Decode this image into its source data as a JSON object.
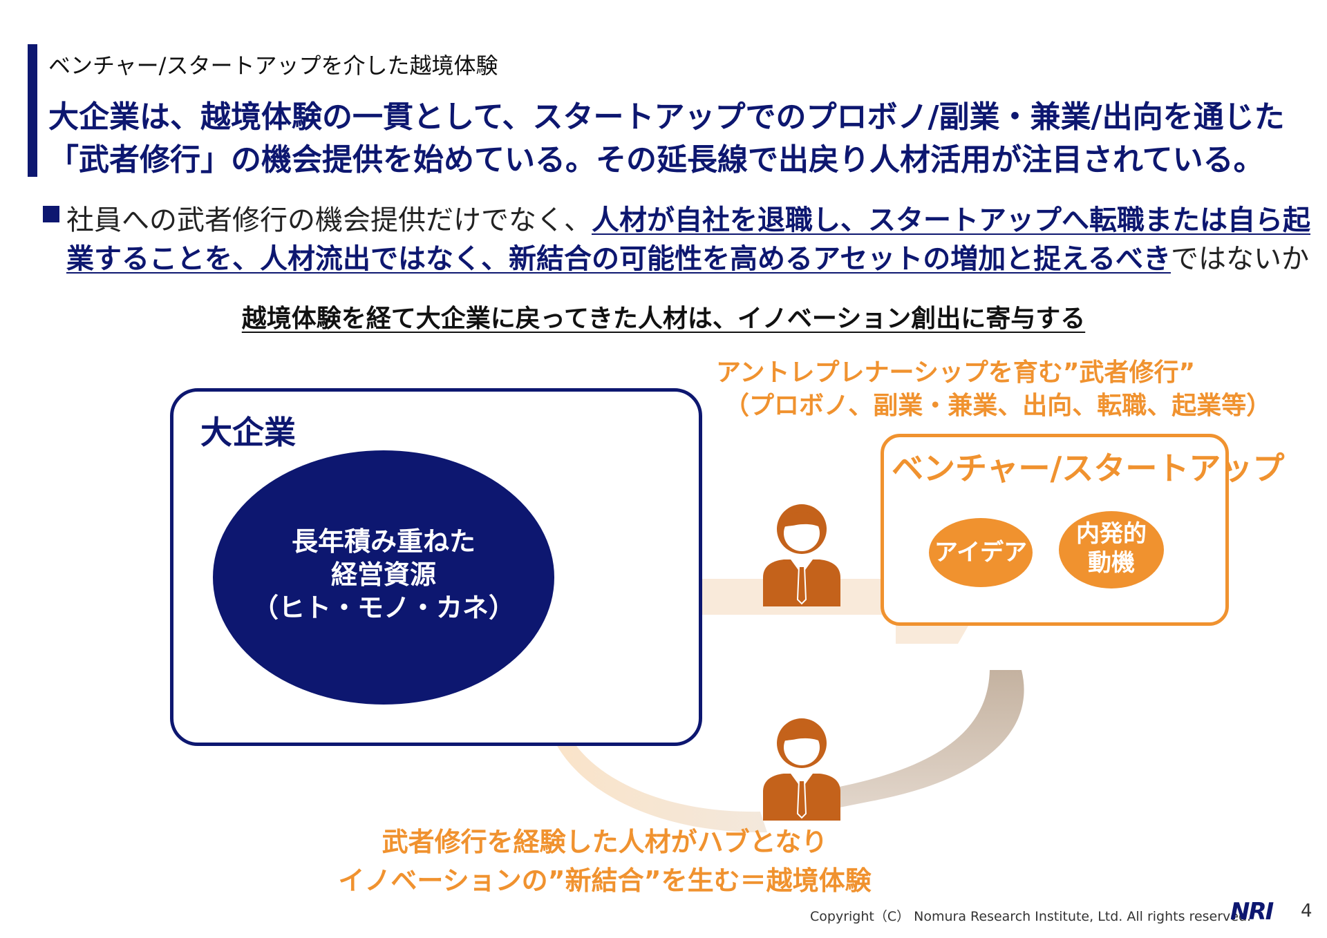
{
  "header": {
    "subtitle": "ベンチャー/スタートアップを介した越境体験",
    "headline_line1": "大企業は、越境体験の一貫として、スタートアップでのプロボノ/副業・兼業/出向を通じた",
    "headline_line2": "「武者修行」の機会提供を始めている。その延長線で出戻り人材活用が注目されている。"
  },
  "bullet": {
    "line1_plain": "社員への武者修行の機会提供だけでなく、",
    "line1_emph": "人材が自社を退職し、スタートアップへ転職または自ら起",
    "line2_emph": "業することを、人材流出ではなく、新結合の可能性を高めるアセットの増加と捉えるべき",
    "line2_plain": "ではないか"
  },
  "center_note": "越境体験を経て大企業に戻ってきた人材は、イノベーション創出に寄与する",
  "diagram": {
    "activities_title": "アントレプレナーシップを育む”武者修行”",
    "activities_sub": "（プロボノ、副業・兼業、出向、転職、起業等）",
    "corporate_label": "大企業",
    "resource_line1": "長年積み重ねた",
    "resource_line2": "経営資源",
    "resource_line3": "（ヒト・モノ・カネ）",
    "startup_label": "ベンチャー/スタートアップ",
    "pill_idea": "アイデア",
    "pill_motive_line1": "内発的",
    "pill_motive_line2": "動機",
    "bottom_line1": "武者修行を経験した人材がハブとなり",
    "bottom_line2": "イノベーションの”新結合”を生む＝越境体験"
  },
  "footer": {
    "copyright": "Copyright（C） Nomura Research Institute, Ltd. All rights reserved.",
    "logo_text": "NRI",
    "page_number": "4"
  },
  "colors": {
    "navy": "#0d1770",
    "orange": "#f0922f",
    "person_orange": "#c4621b",
    "arrow_light": "#f7dfc4",
    "arrow_gray": "#c7b8a8"
  },
  "icons": [
    "person-icon",
    "person-icon"
  ]
}
